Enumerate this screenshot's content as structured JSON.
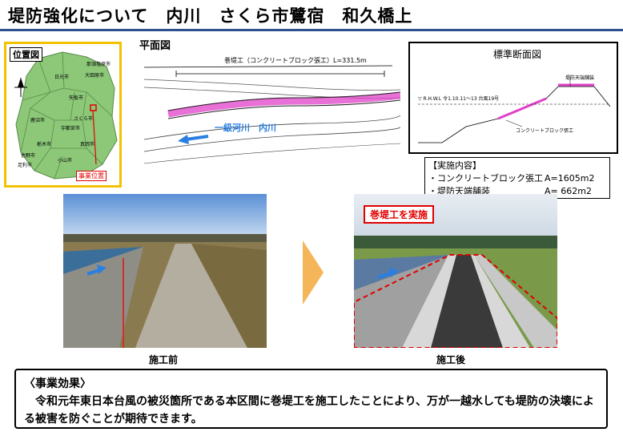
{
  "title": "堤防強化について　内川　さくら市鷺宿　和久橋上",
  "location_map": {
    "label": "位置図",
    "site_label": "事業位置",
    "towns": [
      "日光市",
      "大田原市",
      "矢板市",
      "那須塩原市",
      "さくら市",
      "宇都宮市",
      "真岡市",
      "栃木市",
      "鹿沼市",
      "小山市",
      "佐野市",
      "足利市"
    ]
  },
  "plan": {
    "label": "平面図",
    "dimension_label": "巻堤工（コンクリートブロック張工）L=331.5m",
    "river_label": "一級河川　内川"
  },
  "section": {
    "label": "標準断面図",
    "hwl_label": "▽ R.H.W.L 令1.10.11～13 台風19号",
    "pavement_label": "堤防天端舗装",
    "block_label": "コンクリートブロック張工"
  },
  "implementation": {
    "heading": "【実施内容】",
    "items": [
      {
        "label": "・コンクリートブロック張工",
        "value": "A=1605m2"
      },
      {
        "label": "・堤防天端舗装",
        "value": "A=  662m2"
      }
    ]
  },
  "photos": {
    "before_caption": "施工前",
    "after_caption": "施工後",
    "after_tag": "巻堤工を実施"
  },
  "effect": {
    "heading": "〈事業効果〉",
    "text": "　令和元年東日本台風の被災箇所である本区間に巻堤工を施工したことにより、万が一越水しても堤防の決壊による被害を防ぐことが期待できます。"
  },
  "colors": {
    "title_rule": "#2f4f8f",
    "map_border": "#f2c200",
    "highlight_pink": "#e040c8",
    "river_arrow": "#2a7fe0",
    "after_tag": "#e00000",
    "transition_arrow": "#f5b65a"
  }
}
